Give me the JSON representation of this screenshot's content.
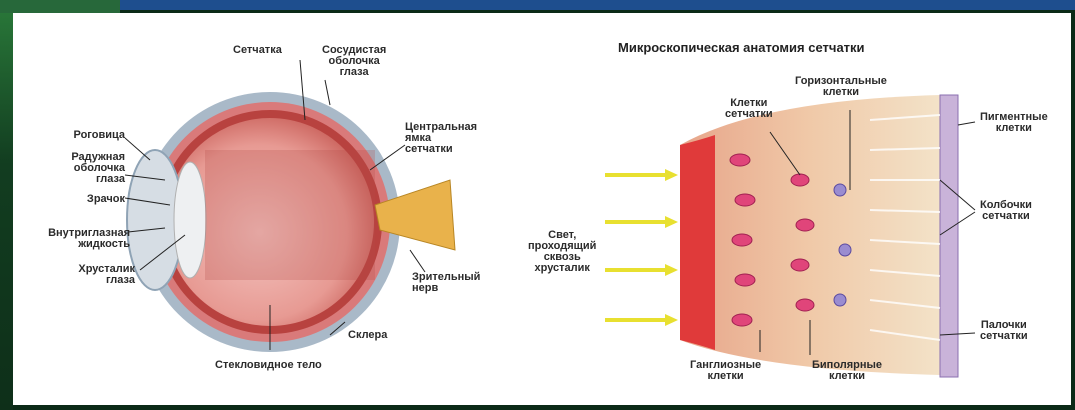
{
  "eye": {
    "retina": "Сетчатка",
    "choroid": "Сосудистая\nоболочка\nглаза",
    "cornea": "Роговица",
    "iris": "Радужная\nоболочка\nглаза",
    "pupil": "Зрачок",
    "aqueous": "Внутриглазная\nжидкость",
    "lens": "Хрусталик\nглаза",
    "fovea": "Центральная\nямка\nсетчатки",
    "optic_nerve": "Зрительный\nнерв",
    "sclera": "Склера",
    "vitreous": "Стекловидное тело"
  },
  "micro": {
    "title": "Микроскопическая анатомия сетчатки",
    "retina_cells": "Клетки\nсетчатки",
    "horizontal": "Горизонтальные\nклетки",
    "pigment": "Пигментные\nклетки",
    "cones": "Колбочки\nсетчатки",
    "light": "Свет,\nпроходящий\nсквозь\nхрусталик",
    "rods": "Палочки\nсетчатки",
    "ganglion": "Ганглиозные\nклетки",
    "bipolar": "Биполярные\nклетки"
  }
}
